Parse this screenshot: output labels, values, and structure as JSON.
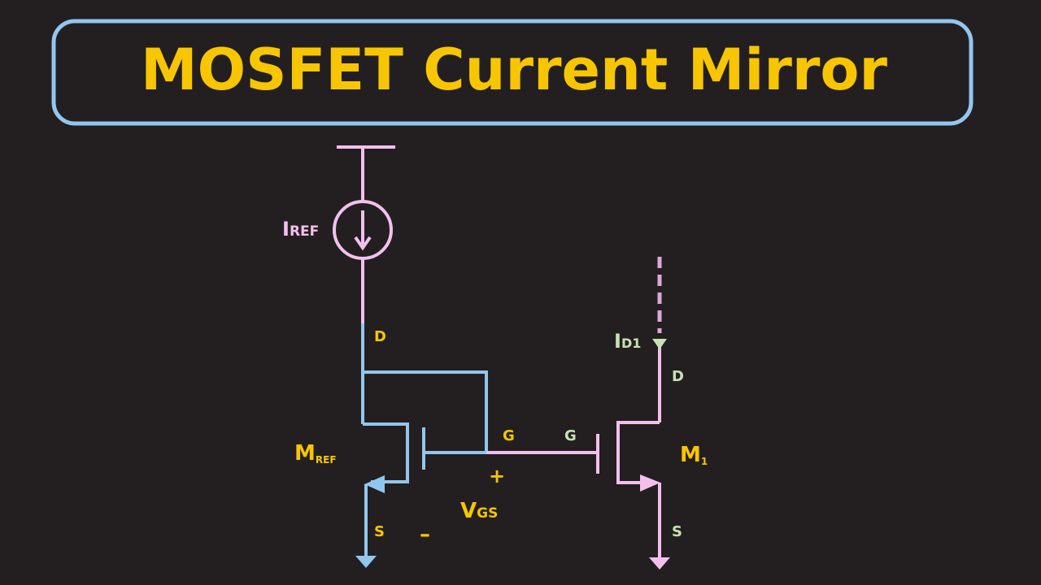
{
  "title": "MOSFET Current Mirror",
  "labels": {
    "iref_main": "I",
    "iref_sub": "REF",
    "ref_drain": "D",
    "ref_gate": "G",
    "ref_source": "S",
    "mref_main": "M",
    "mref_sub": "REF",
    "vgs_main": "V",
    "vgs_sub": "GS",
    "plus": "+",
    "minus": "–",
    "m1_gate": "G",
    "id1_main": "I",
    "id1_sub": "D1",
    "m1_drain": "D",
    "m1_source": "S",
    "m1_main": "M",
    "m1_sub": "1"
  },
  "colors": {
    "background": "#231f20",
    "yellow": "#f7c600",
    "blue": "#92c6ee",
    "pink": "#f3c0ee",
    "green": "#c7e2b2"
  }
}
